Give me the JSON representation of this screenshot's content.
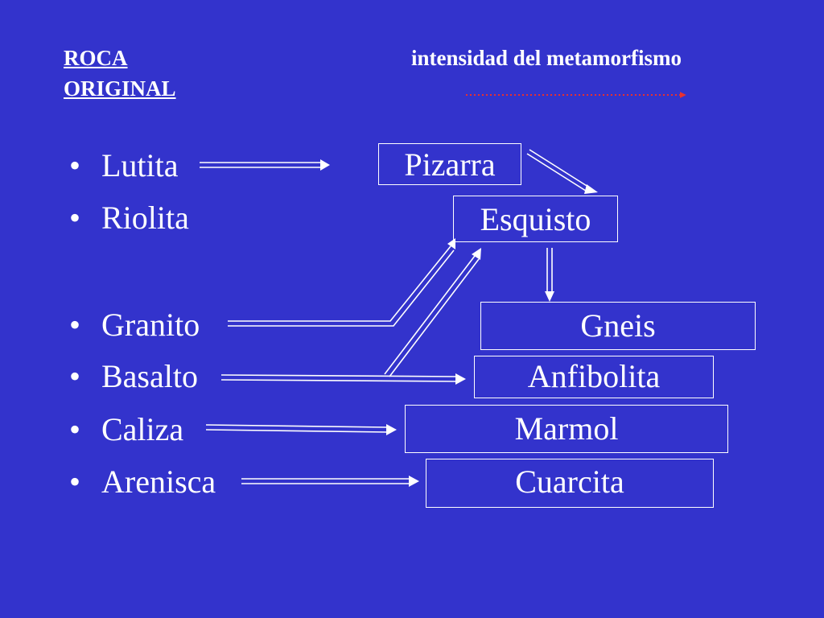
{
  "header": {
    "left_line1": "ROCA",
    "left_line2": "ORIGINAL",
    "right": "intensidad del metamorfismo"
  },
  "rocks": [
    "Lutita",
    "Riolita",
    "Granito",
    "Basalto",
    "Caliza",
    "Arenisca"
  ],
  "metamorphic": [
    "Pizarra",
    "Esquisto",
    "Gneis",
    "Anfibolita",
    "Marmol",
    "Cuarcita"
  ],
  "bullet": "•",
  "colors": {
    "background": "#3333cc",
    "text": "#ffffff",
    "intensity_arrow": "#e83030"
  }
}
